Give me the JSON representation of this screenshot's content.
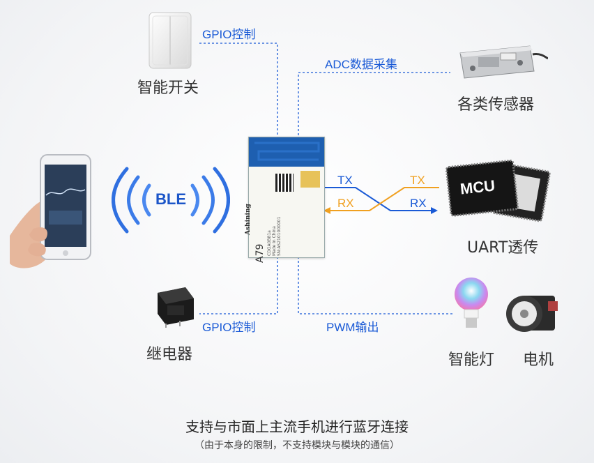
{
  "module": {
    "brand": "Ashining",
    "model": "A79",
    "chip_text": "CDGA0B81a",
    "made_in": "Made in China",
    "serial": "SN:AS2101000001"
  },
  "ble": {
    "label": "BLE"
  },
  "gpio_top": {
    "label": "GPIO控制"
  },
  "gpio_bottom": {
    "label": "GPIO控制"
  },
  "adc": {
    "label": "ADC数据采集"
  },
  "pwm": {
    "label": "PWM输出"
  },
  "devices": {
    "smart_switch": "智能开关",
    "sensors": "各类传感器",
    "uart": "UART透传",
    "relay": "继电器",
    "smart_light": "智能灯",
    "motor": "电机"
  },
  "uart_lines": {
    "tx_left": "TX",
    "rx_left": "RX",
    "tx_right": "TX",
    "rx_right": "RX"
  },
  "mcu": {
    "label": "MCU"
  },
  "caption": {
    "main": "支持与市面上主流手机进行蓝牙连接",
    "note": "（由于本身的限制，不支持模块与模块的通信）"
  },
  "colors": {
    "blue": "#1a5ad6",
    "orange": "#f0a020",
    "module_blue": "#1e5fb0"
  }
}
